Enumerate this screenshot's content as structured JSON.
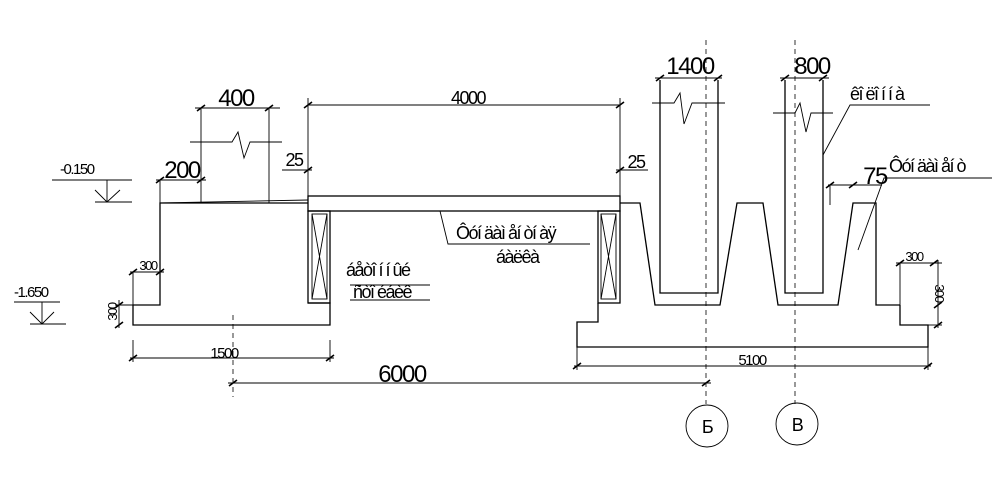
{
  "dimensions": {
    "d400": "400",
    "d200": "200",
    "d4000": "4000",
    "d25_left": "25",
    "d25_right": "25",
    "d1400": "1400",
    "d800": "800",
    "d75": "75",
    "d300_left": "300",
    "d300_left_v": "300",
    "d1500": "1500",
    "d6000": "6000",
    "d5100": "5100",
    "d300_right": "300",
    "d300_right_v": "300"
  },
  "levels": {
    "level_top": "-0.150",
    "level_bottom": "-1.650"
  },
  "labels": {
    "brick_wall_line1": "áåòî í í ûé",
    "brick_wall_line2": "ñòî éáèê",
    "slab_line1": "Ôóí äàì åí òí àÿ",
    "slab_line2": "áàëêà",
    "wall_label": "êî ëî í í à",
    "foundation_label": "Ôóí äàì åí ò"
  },
  "axes": {
    "axis_b_label": "Б",
    "axis_v_label": "В"
  }
}
